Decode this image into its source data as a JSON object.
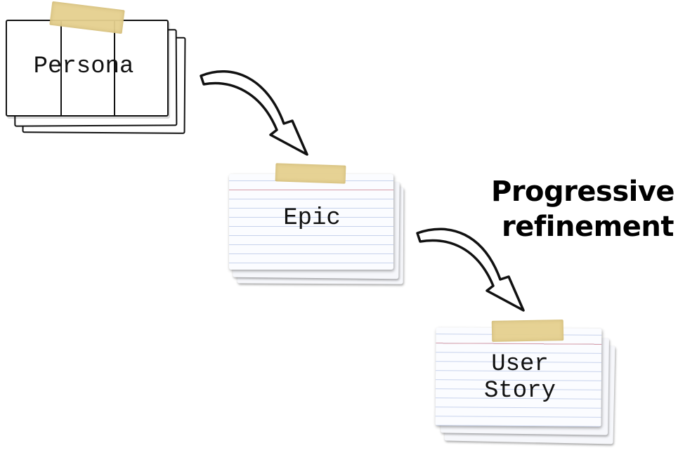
{
  "cards": {
    "persona": {
      "label": "Persona"
    },
    "epic": {
      "label": "Epic"
    },
    "story": {
      "line1": "User",
      "line2": "Story"
    }
  },
  "heading": {
    "line1": "Progressive",
    "line2": "refinement"
  },
  "colors": {
    "tape": "#e5d08f",
    "card_line": "#c7d2ec",
    "card_margin_line": "#d59aa6",
    "ink": "#111111"
  },
  "icons": [
    "curved-arrow-icon",
    "tape-strip"
  ]
}
